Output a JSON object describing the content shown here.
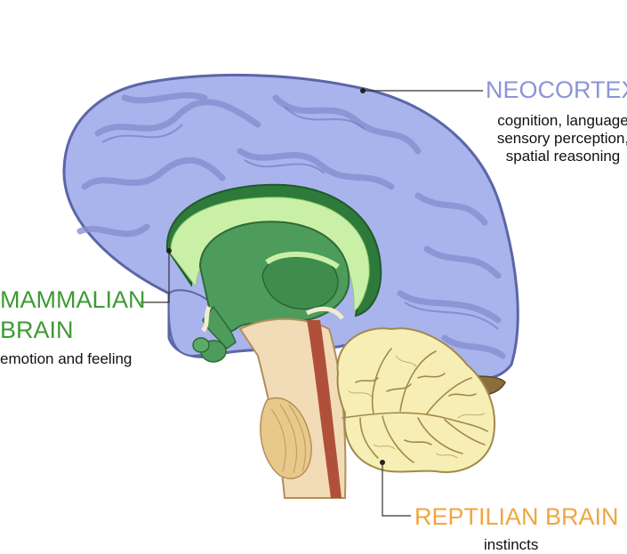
{
  "colors": {
    "neocortex": "#8a95d9",
    "mammalian": "#3f9a34",
    "reptilian": "#f0a640",
    "cortex_fill": "#a9b3ec",
    "cortex_stroke": "#5b66a8",
    "limbic_light": "#c9f0a6",
    "limbic_dark": "#2e7a3a",
    "limbic_mid": "#4e9c5b",
    "stem": "#f1dcb7",
    "stem_dark": "#b0503b",
    "cerebellum": "#f6eeb5",
    "cerebellum_stroke": "#a08a4a"
  },
  "labels": {
    "neocortex": {
      "title": "NEOCORTEX",
      "lines": [
        "cognition, language",
        "sensory perception,",
        "spatial reasoning"
      ]
    },
    "mammalian": {
      "title_line1": "MAMMALIAN",
      "title_line2": "BRAIN",
      "desc": "emotion and feeling"
    },
    "reptilian": {
      "title": "REPTILIAN BRAIN",
      "desc": "instincts"
    }
  }
}
